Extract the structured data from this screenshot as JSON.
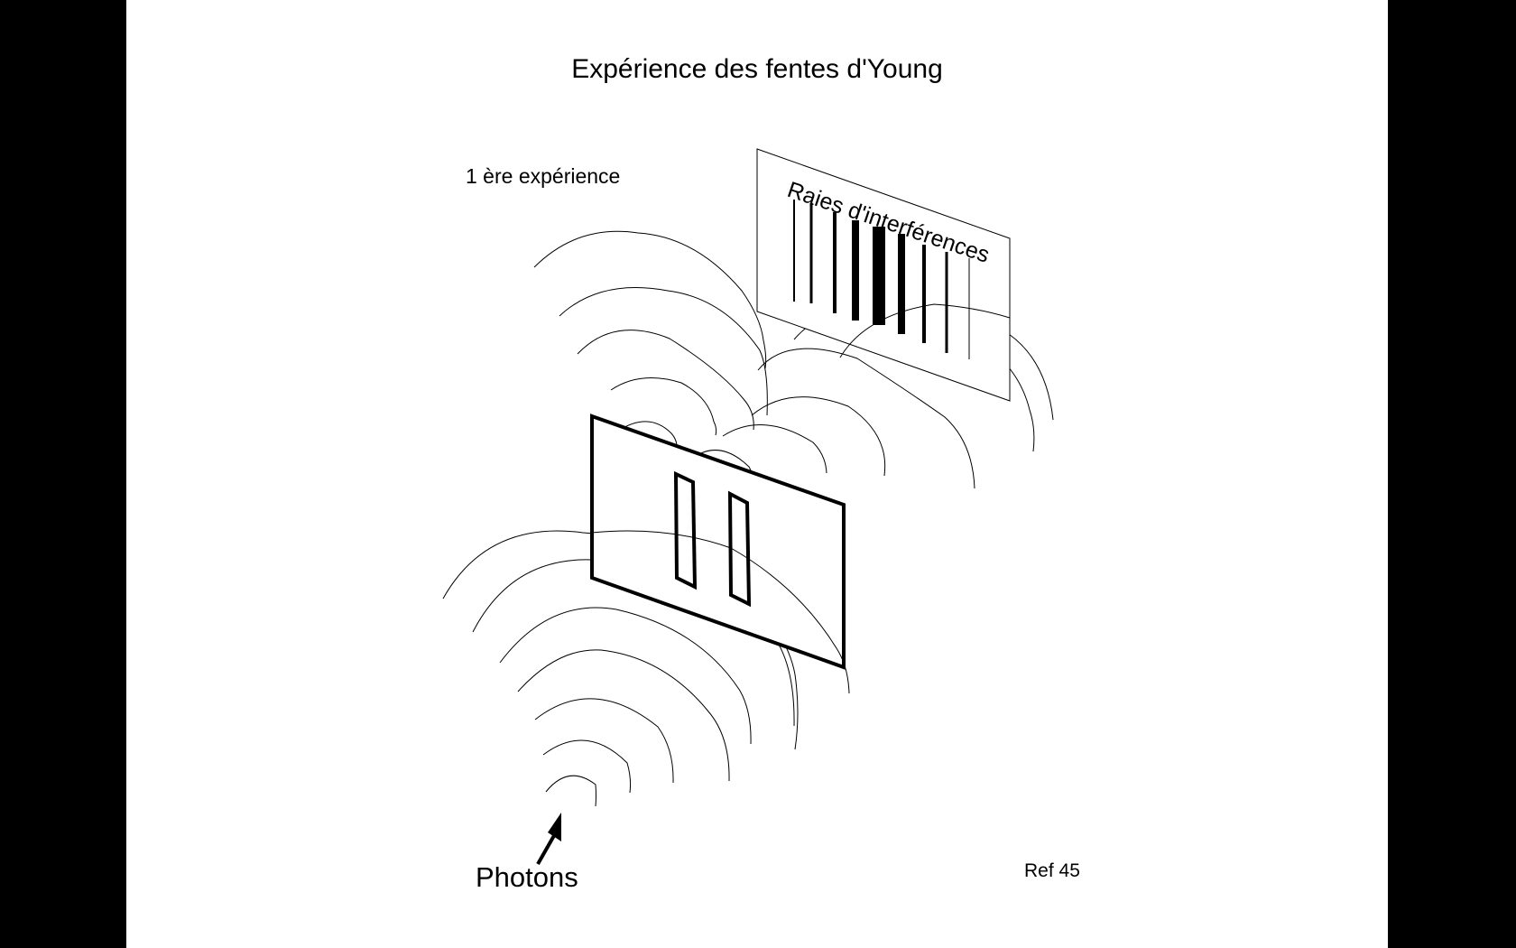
{
  "title": "Expérience des fentes d'Young",
  "subtitle": "1 ère expérience",
  "labels": {
    "screen": "Raies d'interférences",
    "source": "Photons",
    "reference": "Ref 45"
  },
  "colors": {
    "background": "#000000",
    "slide": "#ffffff",
    "ink": "#000000"
  }
}
